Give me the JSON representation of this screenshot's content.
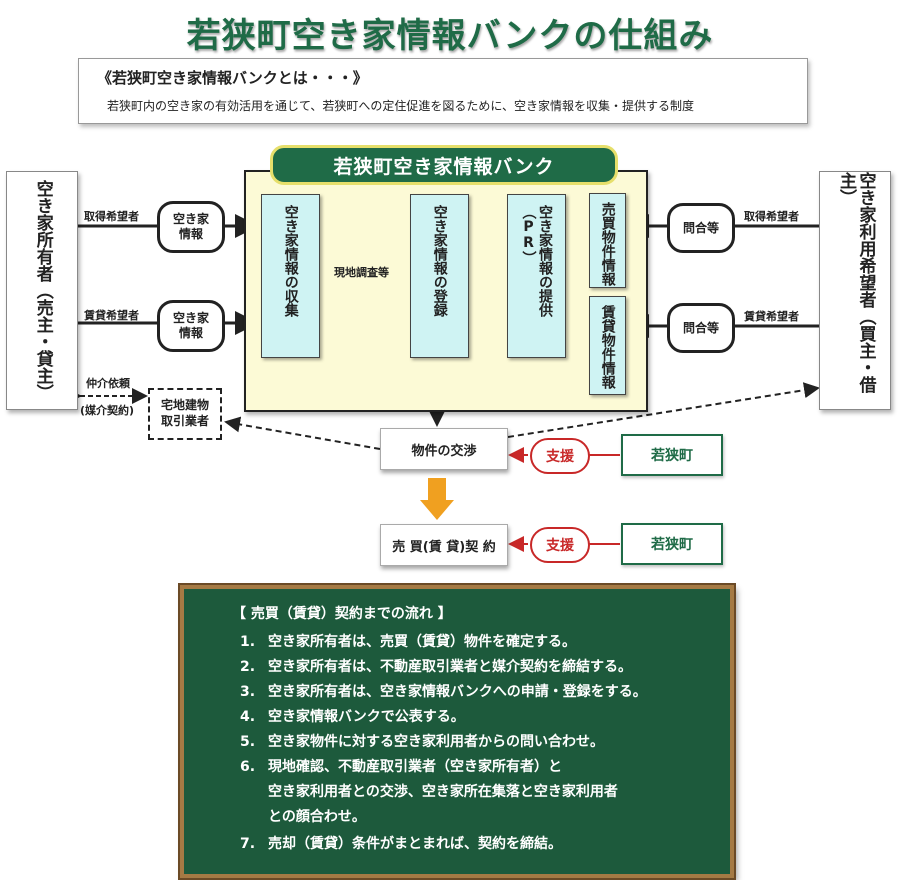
{
  "title": "若狭町空き家情報バンクの仕組み",
  "definition": {
    "heading": "《若狭町空き家情報バンクとは・・・》",
    "body": "若狭町内の空き家の有効活用を通じて、若狭町への定住促進を図るために、空き家情報を収集・提供する制度"
  },
  "owner_box": "空き家所有者（売主・貸主）",
  "user_box": "空き家利用希望者（買主・借主）",
  "bank_title": "若狭町空き家情報バンク",
  "steps": {
    "collect": "空き家情報の収集",
    "register": "空き家情報の登録",
    "provide": "空き家情報の提供（PR）",
    "sale_info": "売買物件情報",
    "rent_info": "賃貸物件情報"
  },
  "labels": {
    "acquire_left": "取得希望者",
    "rent_left": "賃貸希望者",
    "acquire_right": "取得希望者",
    "rent_right": "賃貸希望者",
    "survey": "現地調査等",
    "brokerage": "仲介依頼",
    "brokerage_contract": "(媒介契約)"
  },
  "pills": {
    "info1": "空き家情報",
    "info2": "空き家情報",
    "inquiry1": "問合等",
    "inquiry2": "問合等"
  },
  "broker": "宅地建物取引業者",
  "negotiation": "物件の交渉",
  "contract": "売 買(賃 貸)契 約",
  "support": "支援",
  "town": "若狭町",
  "flow": {
    "heading": "【 売買（賃貸）契約までの流れ 】",
    "items": [
      {
        "n": "1.",
        "text": "空き家所有者は、売買（賃貸）物件を確定する。"
      },
      {
        "n": "2.",
        "text": "空き家所有者は、不動産取引業者と媒介契約を締結する。"
      },
      {
        "n": "3.",
        "text": "空き家所有者は、空き家情報バンクへの申請・登録をする。"
      },
      {
        "n": "4.",
        "text": "空き家情報バンクで公表する。"
      },
      {
        "n": "5.",
        "text": "空き家物件に対する空き家利用者からの問い合わせ。"
      },
      {
        "n": "6.",
        "text": "現地確認、不動産取引業者（空き家所有者）と",
        "cont": [
          "空き家利用者との交渉、空き家所在集落と空き家利用者",
          "との顔合わせ。"
        ]
      },
      {
        "n": "7.",
        "text": "売却（賃貸）条件がまとまれば、契約を締結。"
      }
    ]
  },
  "colors": {
    "green": "#1f6b47",
    "red": "#c82828",
    "cyan": "#cff3f3",
    "cream": "#fcfad6",
    "orange": "#f0a020"
  }
}
